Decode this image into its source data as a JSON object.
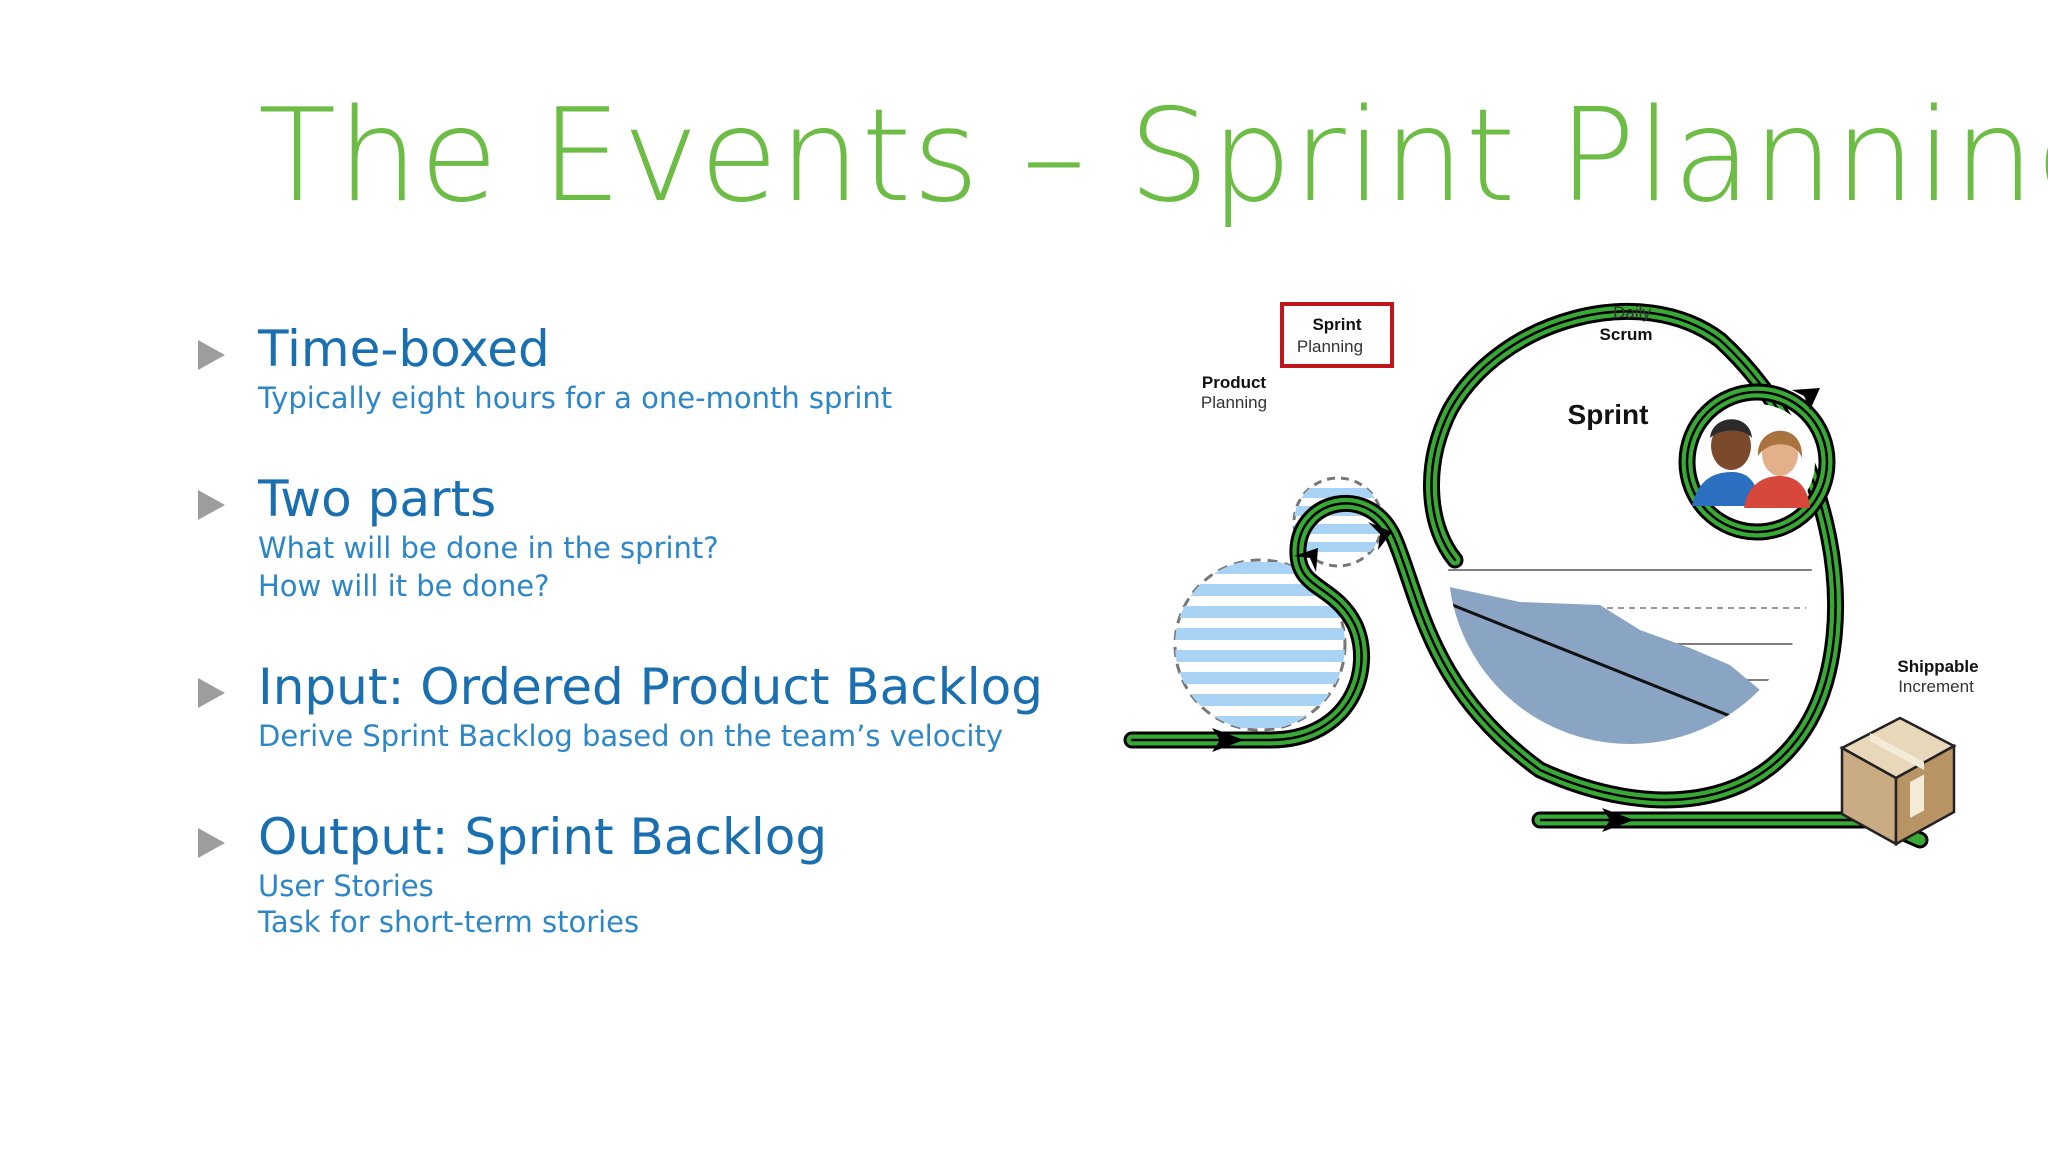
{
  "slide": {
    "title": "The Events – Sprint Planning"
  },
  "bullets": [
    {
      "heading": "Time-boxed",
      "details": [
        "Typically eight hours for a one-month sprint"
      ]
    },
    {
      "heading": "Two parts",
      "details": [
        "What will be done in the sprint?",
        "How will it be done?"
      ]
    },
    {
      "heading": "Input: Ordered Product Backlog",
      "details": [
        "Derive Sprint Backlog based on the team’s velocity"
      ]
    },
    {
      "heading": "Output: Sprint Backlog",
      "details": [
        "User Stories",
        "Task for short-term stories"
      ]
    }
  ],
  "diagram": {
    "labels": {
      "product_planning_1": "Product",
      "product_planning_2": "Planning",
      "sprint_planning_1": "Sprint",
      "sprint_planning_2": "Planning",
      "daily_scrum_1": "Daily",
      "daily_scrum_2": "Scrum",
      "sprint": "Sprint",
      "shippable_1": "Shippable",
      "shippable_2": "Increment"
    },
    "colors": {
      "track": "#39a935",
      "highlight_box": "#c0151b",
      "backlog_stripe": "#a9d3f5",
      "burndown_fill": "#8aa4c4"
    },
    "icons": [
      "people-icon",
      "box-icon",
      "arrow-icon"
    ]
  }
}
